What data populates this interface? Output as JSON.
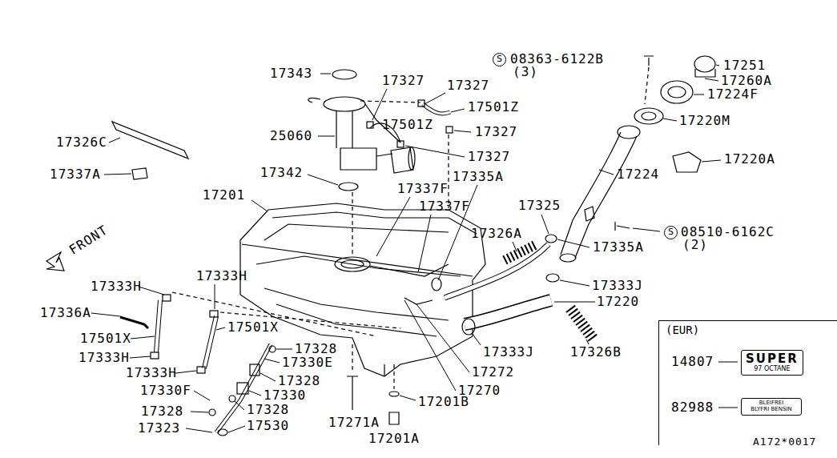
{
  "diagram": {
    "nodes": [
      {
        "text": [
          "(EUR)"
        ]
      },
      {
        "text": [
          "SUPER",
          "97 OCTANE"
        ],
        "in": 0
      },
      {
        "text": [
          "BLEIFREI",
          "BLYFRI BENSIN"
        ],
        "in": 0
      },
      {
        "text": [
          "S"
        ]
      },
      {
        "text": [
          "S"
        ]
      }
    ],
    "labels": [
      "17343",
      "17327",
      "17327",
      "17501Z",
      "17501Z",
      "17327",
      "17327",
      "25060",
      "17326C",
      "17337A",
      "17342",
      "17201",
      "17337F",
      "17337F",
      "17335A",
      "17325",
      "17326A",
      "17335A",
      "08363-6122B",
      "(3)",
      "17251",
      "17260A",
      "17224F",
      "17220M",
      "17220A",
      "17224",
      "08510-6162C",
      "(2)",
      "FRONT",
      "17333H",
      "17333H",
      "17336A",
      "17501X",
      "17501X",
      "17333H",
      "17333H",
      "17328",
      "17330E",
      "17328",
      "17330",
      "17330F",
      "17328",
      "17328",
      "17323",
      "17530",
      "17333J",
      "17220",
      "17326B",
      "17333J",
      "17272",
      "17270",
      "17271A",
      "17201B",
      "17201A",
      "14807",
      "82988",
      "A172*0017"
    ]
  }
}
